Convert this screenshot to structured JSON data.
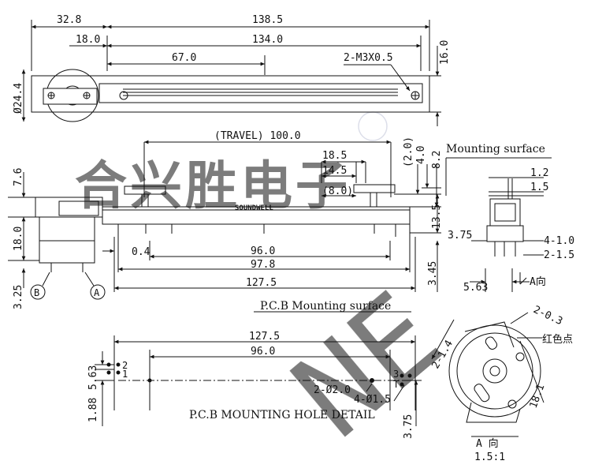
{
  "top_view": {
    "dims": [
      "32.8",
      "138.5",
      "18.0",
      "134.0",
      "67.0",
      "2-M3X0.5",
      "16.0",
      "Ø24.4"
    ]
  },
  "side_view": {
    "travel": "(TRAVEL) 100.0",
    "dims": [
      "18.5",
      "14.5",
      "(8.0)",
      "(2.0)",
      "4.0",
      "8.2",
      "13.5",
      "7.6",
      "18.0",
      "3.25",
      "0.4",
      "96.0",
      "97.8",
      "127.5",
      "3.45"
    ],
    "brand": "SOUNDWELL",
    "terminal_b": "B",
    "terminal_a": "A",
    "pcb_surface": "P.C.B Mounting surface"
  },
  "end_view": {
    "mounting_surface": "Mounting surface",
    "dims": [
      "1.2",
      "1.5",
      "3.75",
      "4-1.0",
      "2-1.5",
      "5.63"
    ],
    "a_dir": "A向"
  },
  "hole_detail": {
    "dims": [
      "127.5",
      "96.0",
      "5.63",
      "1.88",
      "2-Ø2.0",
      "4-Ø1.5",
      "3.75"
    ],
    "pins": [
      "2",
      "1",
      "3",
      "T"
    ],
    "title": "P.C.B MOUNTING HOLE DETAIL"
  },
  "detail_a": {
    "dims": [
      "2-0.3",
      "2-1.4",
      "18.1"
    ],
    "red_dot": "红色点",
    "title": "A 向",
    "scale": "1.5:1"
  },
  "watermark": {
    "text": "合兴胜电子",
    "diag": "NE"
  },
  "colors": {
    "line": "#111111",
    "watermark": "#8a93e8",
    "diag_watermark": "#c9ccd6"
  }
}
